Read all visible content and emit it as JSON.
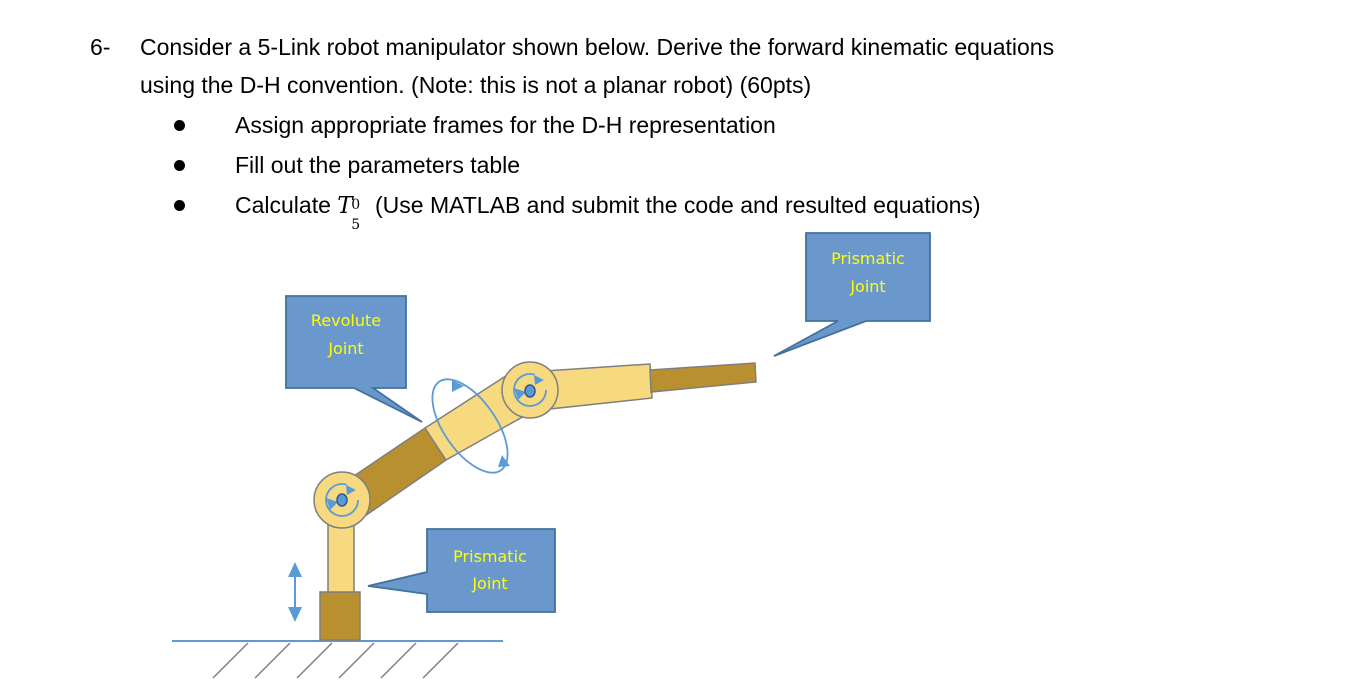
{
  "problem": {
    "number": "6-",
    "line1": "Consider a 5-Link robot manipulator shown below. Derive the forward kinematic equations",
    "line2": "using the D-H convention. (Note: this is not a planar robot) (60pts)",
    "bullets": [
      {
        "text": "Assign appropriate frames for the D-H representation"
      },
      {
        "text": "Fill out the parameters table"
      },
      {
        "prefix": "Calculate ",
        "math_base": "T",
        "math_sup": "0",
        "math_sub": "5",
        "suffix": " (Use MATLAB and submit the code and resulted equations)"
      }
    ]
  },
  "callouts": {
    "revolute": {
      "line1": "Revolute",
      "line2": "Joint"
    },
    "prismatic_top": {
      "line1": "Prismatic",
      "line2": "Joint"
    },
    "prismatic_bottom": {
      "line1": "Prismatic",
      "line2": "Joint"
    }
  },
  "colors": {
    "callout_fill": "#6b98cc",
    "callout_stroke": "#41719c",
    "link_light": "#f7d97f",
    "link_dark": "#b8902f",
    "outline": "#7f7f7f",
    "arrow": "#5b9bd5",
    "label_text": "#ffff00"
  }
}
